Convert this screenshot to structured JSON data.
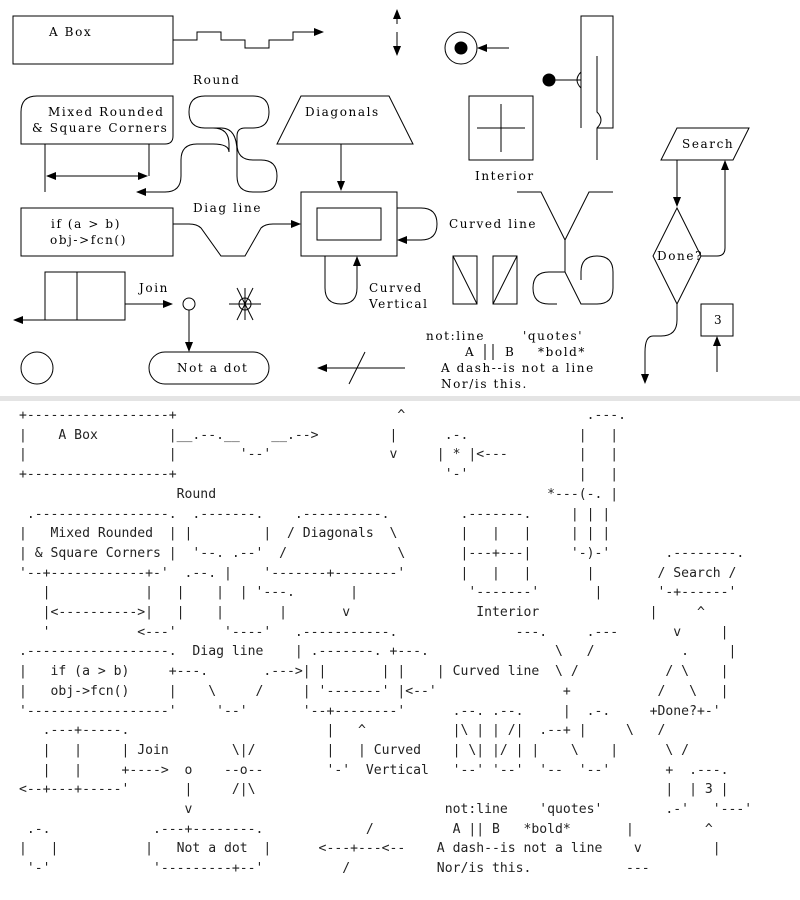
{
  "diagram": {
    "labels": {
      "a_box": "A Box",
      "round": "Round",
      "mixed_1": "Mixed Rounded",
      "mixed_2": "& Square Corners",
      "diagonals": "Diagonals",
      "interior": "Interior",
      "search": "Search",
      "done": "Done?",
      "code_1": "if (a > b)",
      "code_2": "obj->fcn()",
      "diag_line": "Diag line",
      "curved_line": "Curved line",
      "curved_vertical_1": "Curved",
      "curved_vertical_2": "Vertical",
      "join": "Join",
      "not_a_dot": "Not a dot",
      "number_3": "3",
      "notline": "not:line",
      "quotes": "'quotes'",
      "bold_a": "A",
      "bold_b": "B",
      "bold_text": "*bold*",
      "dash_text": "A dash--is not a line",
      "nor_text": "Nor/is this."
    }
  },
  "source_text": "+------------------+                            ^                       .---.\n|    A Box         |__.--.__    __.-->         |      .-.              |   |\n|                  |        '--'               v     | * |<---         |   |\n+------------------+                                  '-'              |   |\n                    Round                                          *---(-. |\n .-----------------.  .-------.    .----------.         .-------.     | | |\n|   Mixed Rounded  | |         |  / Diagonals  \\        |   |   |     | | |\n| & Square Corners |  '--. .--'  /              \\       |---+---|     '-)-'       .--------.\n'--+------------+-'  .--. |    '-------+--------'       |   |   |       |        / Search /\n   |            |   |    |  | '---.       |              '-------'       |       '-+------'\n   |<---------->|   |    |       |       v                Interior              |     ^\n   '           <---'      '----'   .-----------.               ---.     .---       v     |\n.------------------.  Diag line    | .-------. +---.                \\   /           .     |\n|   if (a > b)     +---.       .--->| |       | |    | Curved line  \\ /           / \\    |\n|   obj->fcn()     |    \\     /     | '-------' |<--'                +           /   \\   |\n'------------------'     '--'       '--+--------'      .--. .--.     |  .-.     +Done?+-'\n   .---+-----.                         |   ^           |\\ | | /|  .--+ |     \\   /\n   |   |     | Join        \\|/         |   | Curved    | \\| |/ | |    \\    |      \\ /\n   |   |     +---->  o    --o--        '-'  Vertical   '--' '--'  '--  '--'       +  .---.\n<--+---+-----'       |     /|\\                                                    |  | 3 |\n                     v                                not:line    'quotes'        .-'   '---'\n .-.             .---+--------.             /          A || B   *bold*       |         ^\n|   |           |   Not a dot  |      <---+---<--    A dash--is not a line    v         |\n '-'             '---------+--'          /           Nor/is this.            ---"
}
